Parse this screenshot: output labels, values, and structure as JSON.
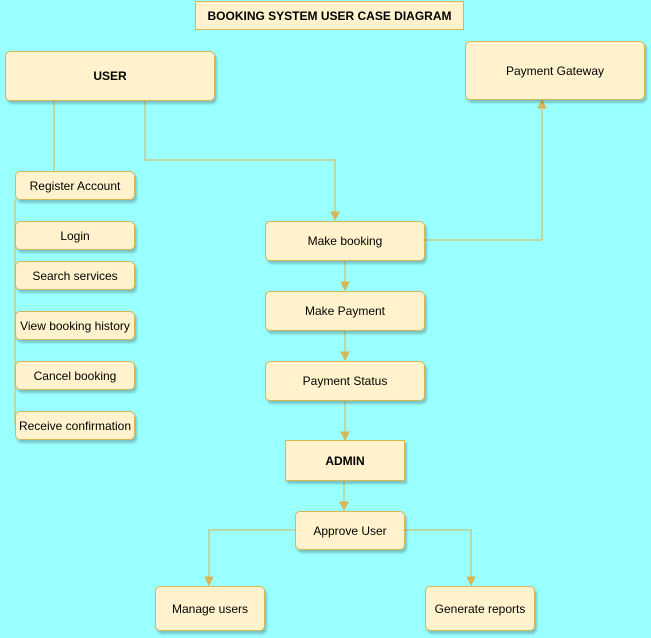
{
  "diagram": {
    "title": "BOOKING SYSTEM USER CASE DIAGRAM",
    "colors": {
      "background": "#99ffff",
      "node_fill": "#fff2cc",
      "node_stroke": "#d6b656",
      "edge": "#d6b656"
    },
    "nodes": {
      "user": "USER",
      "payment_gateway": "Payment Gateway",
      "register_account": "Register Account",
      "login": "Login",
      "search_services": "Search services",
      "view_booking_history": "View booking history",
      "cancel_booking": "Cancel booking",
      "receive_confirmation": "Receive confirmation",
      "make_booking": "Make booking",
      "make_payment": "Make Payment",
      "payment_status": "Payment Status",
      "admin": "ADMIN",
      "approve_user": "Approve User",
      "manage_users": "Manage users",
      "generate_reports": "Generate reports"
    },
    "edges": [
      {
        "from": "user",
        "to": "register_account"
      },
      {
        "from": "register_account",
        "to": "login"
      },
      {
        "from": "register_account",
        "to": "search_services"
      },
      {
        "from": "register_account",
        "to": "view_booking_history"
      },
      {
        "from": "register_account",
        "to": "cancel_booking"
      },
      {
        "from": "register_account",
        "to": "receive_confirmation"
      },
      {
        "from": "user",
        "to": "make_booking"
      },
      {
        "from": "make_booking",
        "to": "payment_gateway"
      },
      {
        "from": "make_booking",
        "to": "make_payment"
      },
      {
        "from": "make_payment",
        "to": "payment_status"
      },
      {
        "from": "payment_status",
        "to": "admin"
      },
      {
        "from": "admin",
        "to": "approve_user"
      },
      {
        "from": "approve_user",
        "to": "manage_users"
      },
      {
        "from": "approve_user",
        "to": "generate_reports"
      }
    ]
  }
}
